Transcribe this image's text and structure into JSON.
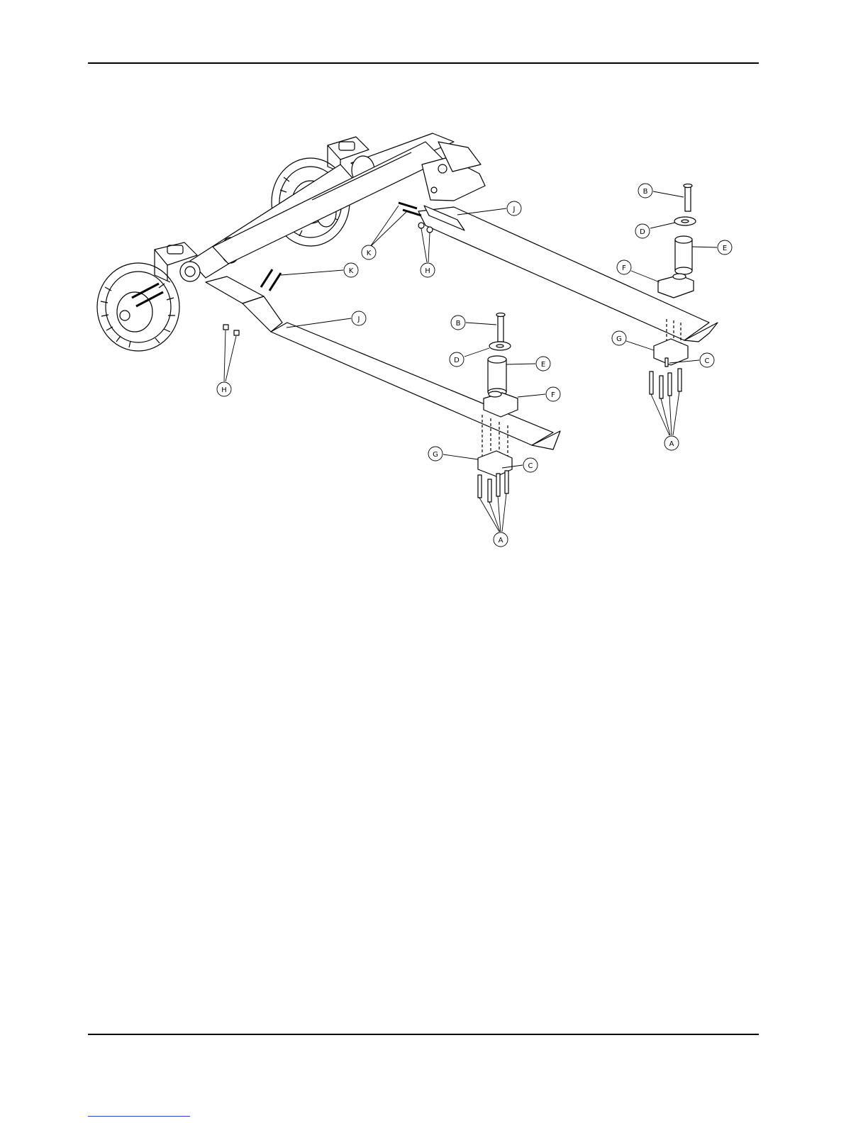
{
  "diagram": {
    "callouts": [
      {
        "id": "callout-b-right",
        "letter": "B"
      },
      {
        "id": "callout-d-right",
        "letter": "D"
      },
      {
        "id": "callout-e-right",
        "letter": "E"
      },
      {
        "id": "callout-f-right",
        "letter": "F"
      },
      {
        "id": "callout-g-right",
        "letter": "G"
      },
      {
        "id": "callout-c-right",
        "letter": "C"
      },
      {
        "id": "callout-a-right",
        "letter": "A"
      },
      {
        "id": "callout-j-top",
        "letter": "J"
      },
      {
        "id": "callout-k-top",
        "letter": "K"
      },
      {
        "id": "callout-h-top",
        "letter": "H"
      },
      {
        "id": "callout-k-left",
        "letter": "K"
      },
      {
        "id": "callout-j-left",
        "letter": "J"
      },
      {
        "id": "callout-h-left",
        "letter": "H"
      },
      {
        "id": "callout-b-left",
        "letter": "B"
      },
      {
        "id": "callout-d-left",
        "letter": "D"
      },
      {
        "id": "callout-e-left",
        "letter": "E"
      },
      {
        "id": "callout-f-left",
        "letter": "F"
      },
      {
        "id": "callout-g-left",
        "letter": "G"
      },
      {
        "id": "callout-c-left",
        "letter": "C"
      },
      {
        "id": "callout-a-left",
        "letter": "A"
      }
    ]
  }
}
